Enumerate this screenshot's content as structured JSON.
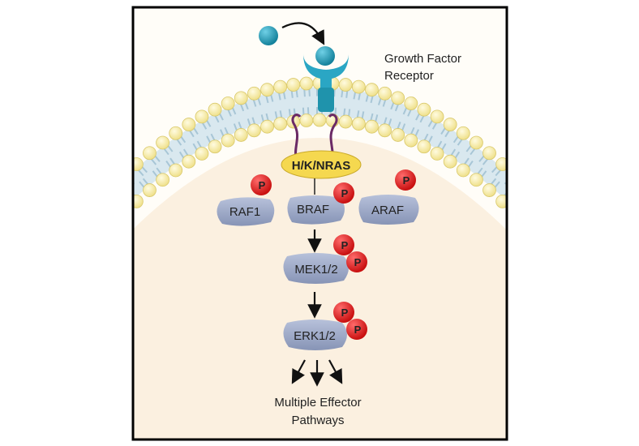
{
  "labels": {
    "receptor_line1": "Growth Factor",
    "receptor_line2": "Receptor",
    "ras": "H/K/NRAS",
    "raf1": "RAF1",
    "braf": "BRAF",
    "araf": "ARAF",
    "mek": "MEK1/2",
    "erk": "ERK1/2",
    "effector_line1": "Multiple Effector",
    "effector_line2": "Pathways",
    "phospho": "P"
  },
  "colors": {
    "frame": "#000000",
    "cytoplasm": "#fbf0e0",
    "lipid_head": "#f7eea4",
    "lipid_tail": "#a8c6d6",
    "receptor": "#2aa6c4",
    "ligand": "#1f93ac",
    "ras": "#f5d84f",
    "kinase": "#9aa7c6",
    "phospho": "#e11a1a",
    "anchor": "#6b2a66"
  }
}
